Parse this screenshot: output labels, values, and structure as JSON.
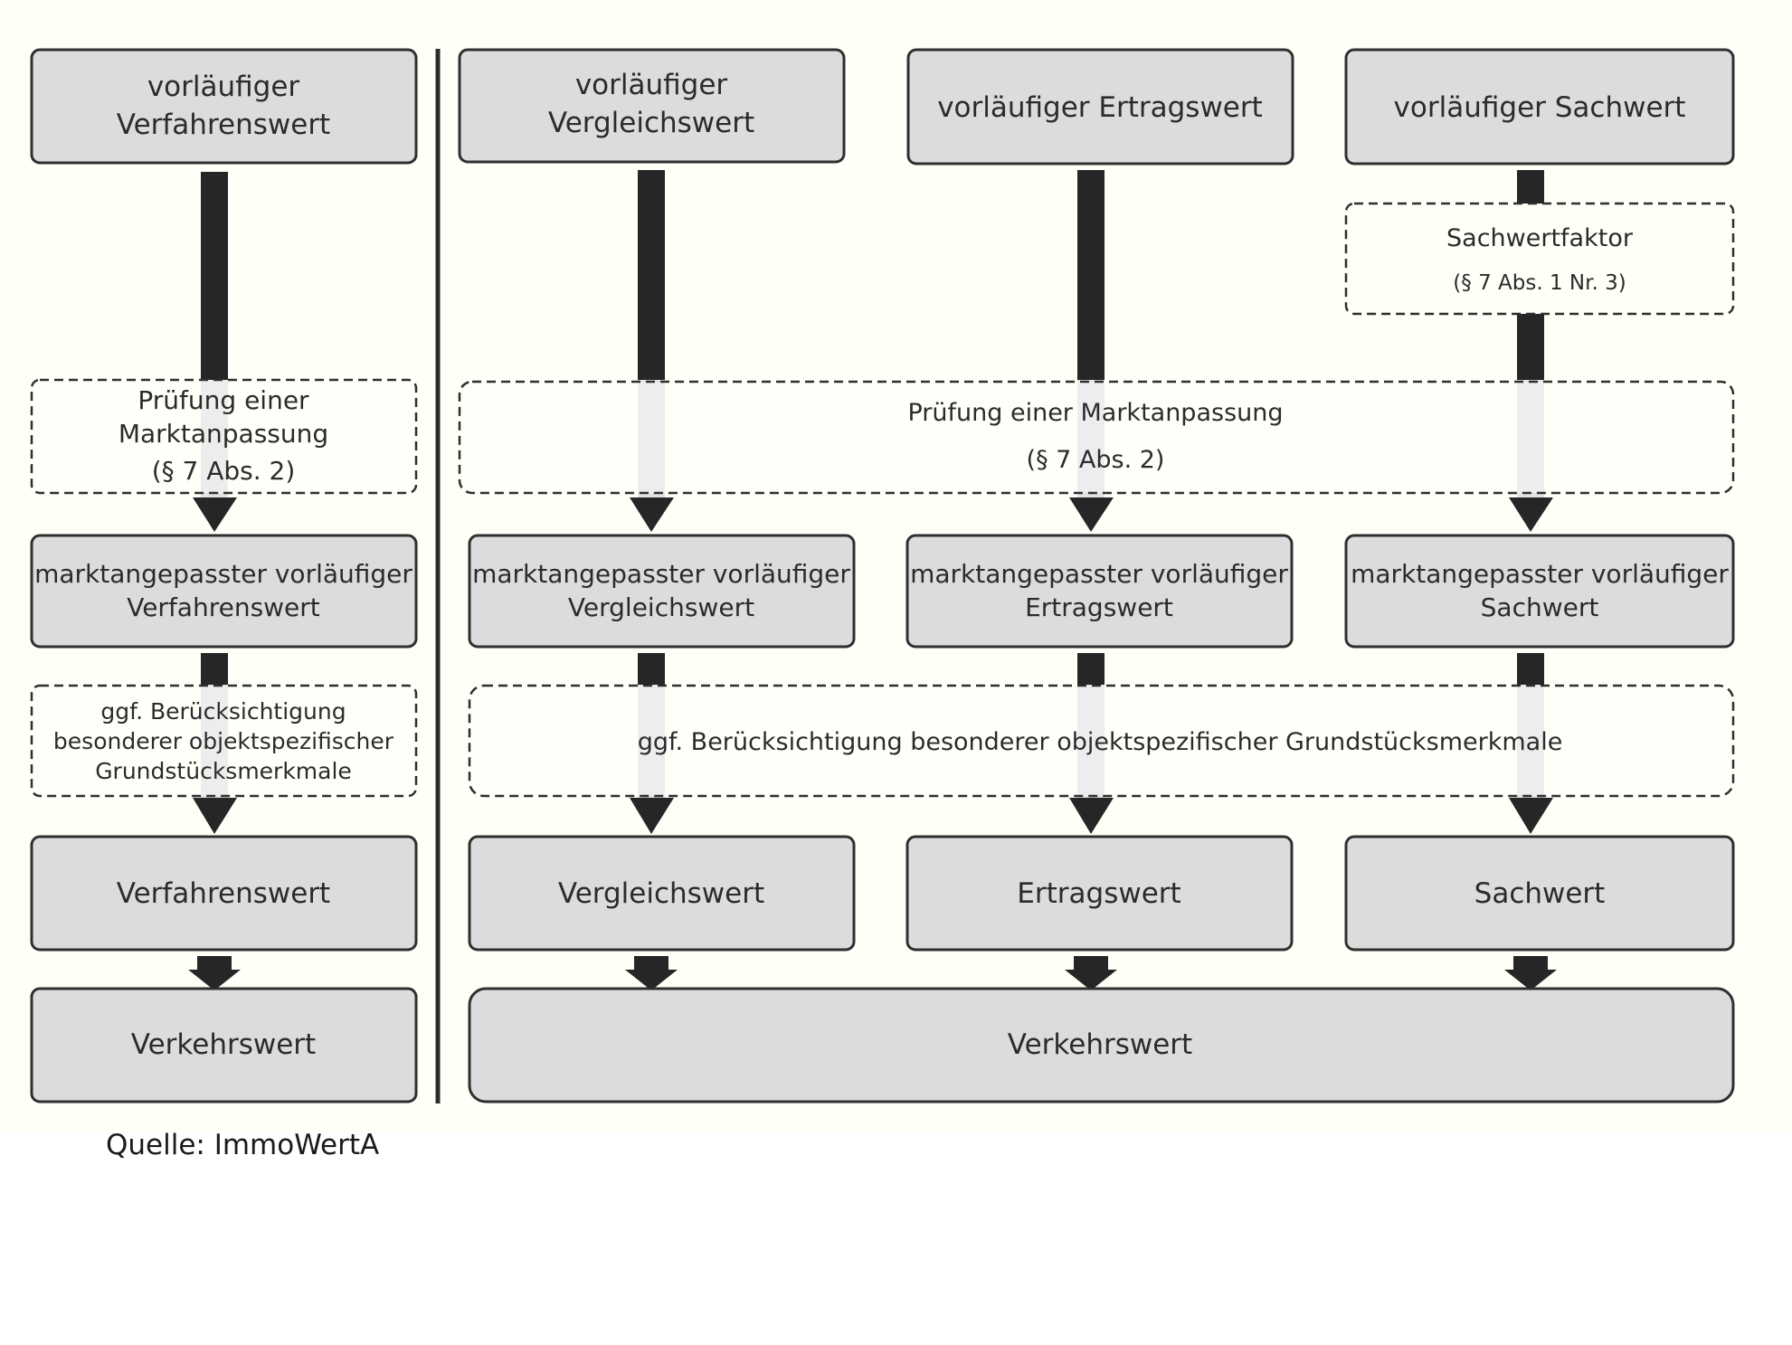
{
  "left": {
    "top_box": [
      "vorläufiger",
      "Verfahrenswert"
    ],
    "check_box": [
      "Prüfung einer",
      "Marktanpassung",
      "(§ 7 Abs. 2)"
    ],
    "adjusted_box": [
      "marktangepasster vorläufiger",
      "Verfahrenswert"
    ],
    "special_box": [
      "ggf. Berücksichtigung",
      "besonderer objektspezifischer",
      "Grundstücksmerkmale"
    ],
    "value_box": "Verfahrenswert",
    "final_box": "Verkehrswert"
  },
  "right": {
    "columns": [
      {
        "top": [
          "vorläufiger",
          "Vergleichswert"
        ],
        "adjusted": [
          "marktangepasster vorläufiger",
          "Vergleichswert"
        ],
        "value": "Vergleichswert"
      },
      {
        "top": [
          "vorläufiger Ertragswert"
        ],
        "adjusted": [
          "marktangepasster vorläufiger",
          "Ertragswert"
        ],
        "value": "Ertragswert"
      },
      {
        "top": [
          "vorläufiger Sachwert"
        ],
        "adjusted": [
          "marktangepasster vorläufiger",
          "Sachwert"
        ],
        "value": "Sachwert"
      }
    ],
    "sachwertfaktor_box": [
      "Sachwertfaktor",
      "(§ 7 Abs. 1 Nr. 3)"
    ],
    "check_box": [
      "Prüfung einer Marktanpassung",
      "(§ 7 Abs. 2)"
    ],
    "special_box": "ggf. Berücksichtigung besonderer objektspezifischer Grundstücksmerkmale",
    "final_box": "Verkehrswert"
  },
  "source": "Quelle: ImmoWertA",
  "colors": {
    "box_fill": "#dcdcdc",
    "box_stroke": "#2f2f2f",
    "arrow": "#262626",
    "arrow_faded": "#e3e3e3",
    "background": "#fffff8"
  }
}
